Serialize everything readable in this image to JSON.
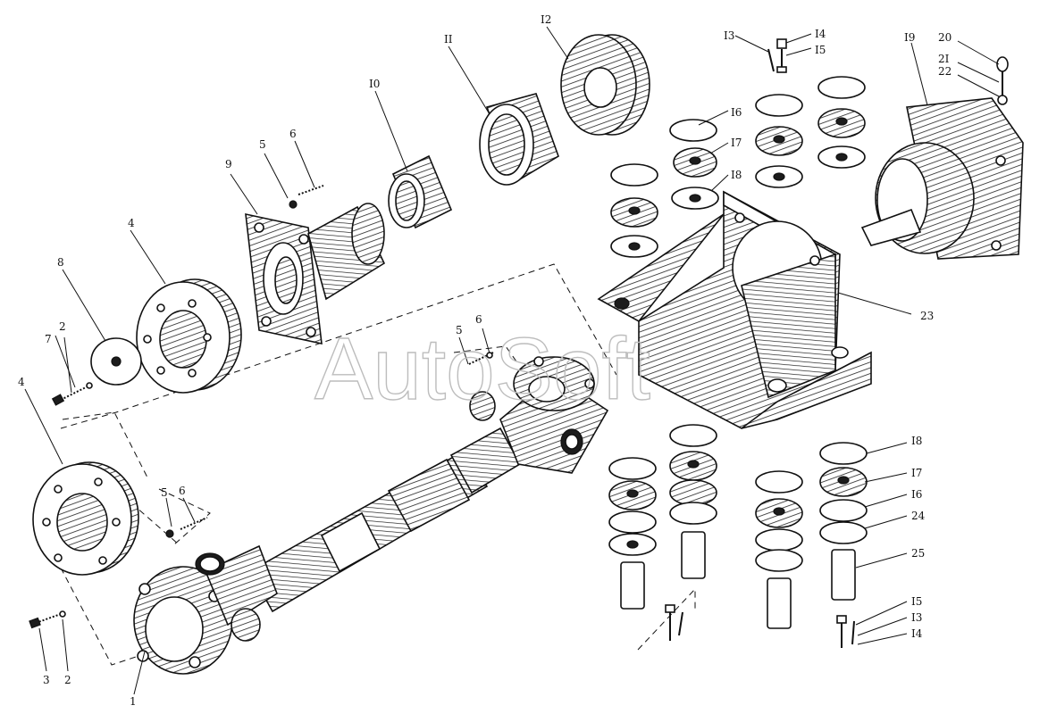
{
  "watermark": "AutoSoft",
  "callouts": {
    "c1": "1",
    "c2a": "2",
    "c2b": "2",
    "c3": "3",
    "c4a": "4",
    "c4b": "4",
    "c5a": "5",
    "c5b": "5",
    "c5c": "5",
    "c6a": "6",
    "c6b": "6",
    "c6c": "6",
    "c7": "7",
    "c8": "8",
    "c9": "9",
    "c10": "I0",
    "c11": "II",
    "c12": "I2",
    "c13a": "I3",
    "c13b": "I3",
    "c14a": "I4",
    "c14b": "I4",
    "c15a": "I5",
    "c15b": "I5",
    "c16a": "I6",
    "c16b": "I6",
    "c17a": "I7",
    "c17b": "I7",
    "c18a": "I8",
    "c18b": "I8",
    "c19": "I9",
    "c20": "20",
    "c21": "2I",
    "c22": "22",
    "c23": "23",
    "c24": "24",
    "c25": "25"
  }
}
